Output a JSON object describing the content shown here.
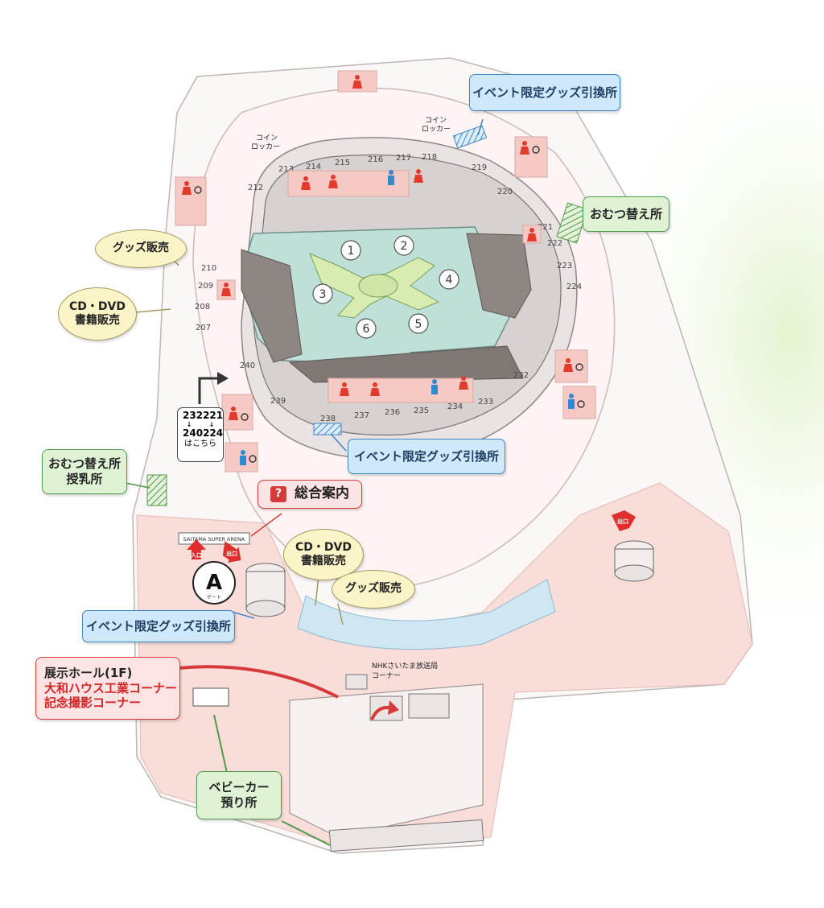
{
  "callouts": {
    "event_goods_top": "イベント限定グッズ引換所",
    "event_goods_mid": "イベント限定グッズ引換所",
    "event_goods_left": "イベント限定グッズ引換所",
    "diaper_right": "おむつ替え所",
    "diaper_left_line1": "おむつ替え所",
    "diaper_left_line2": "授乳所",
    "goods_left": "グッズ販売",
    "goods_bottom": "グッズ販売",
    "cd_left_line1": "CD・DVD",
    "cd_left_line2": "書籍販売",
    "cd_bottom_line1": "CD・DVD",
    "cd_bottom_line2": "書籍販売",
    "info": "総合案内",
    "info_icon": "?",
    "hall_line1": "展示ホール(1F)",
    "hall_line2": "大和ハウス工業コーナー",
    "hall_line3": "記念撮影コーナー",
    "stroller_line1": "ベビーカー",
    "stroller_line2": "預り所"
  },
  "directions": {
    "range1_top": "232",
    "range1_bottom": "240",
    "range2_top": "221",
    "range2_bottom": "224",
    "arrow": "↓",
    "note": "はこちら"
  },
  "labels": {
    "coin_locker_left_1": "コイン",
    "coin_locker_left_2": "ロッカー",
    "coin_locker_right_1": "コイン",
    "coin_locker_right_2": "ロッカー",
    "nhk_line1": "NHKさいたま放送局",
    "nhk_line2": "コーナー",
    "arena_sign": "SAITAMA SUPER ARENA",
    "gate": "A",
    "gate_sub": "ゲート",
    "entrance": "入口",
    "exit_left": "出口",
    "exit_right": "出口"
  },
  "sections": [
    "207",
    "208",
    "209",
    "210",
    "212",
    "213",
    "214",
    "215",
    "216",
    "217",
    "218",
    "219",
    "220",
    "221",
    "222",
    "223",
    "224",
    "232",
    "233",
    "234",
    "235",
    "236",
    "237",
    "238",
    "239",
    "240"
  ],
  "floor_blocks": [
    "1",
    "2",
    "3",
    "4",
    "5",
    "6"
  ],
  "colors": {
    "event_blue": "#cfe8fb",
    "callout_green": "#dff2d3",
    "callout_yellow": "#fbf4c7",
    "alert_red": "#d63a3a",
    "restroom_women": "#e23b2e",
    "restroom_men": "#2f8ad1",
    "floor": "#bfe0d8",
    "stage": "#d8ecb2",
    "concourse_pink": "#f9ddd9"
  },
  "icons": {
    "restroom": "person-icon",
    "accessible": "wheelchair-icon",
    "info": "question-icon"
  }
}
